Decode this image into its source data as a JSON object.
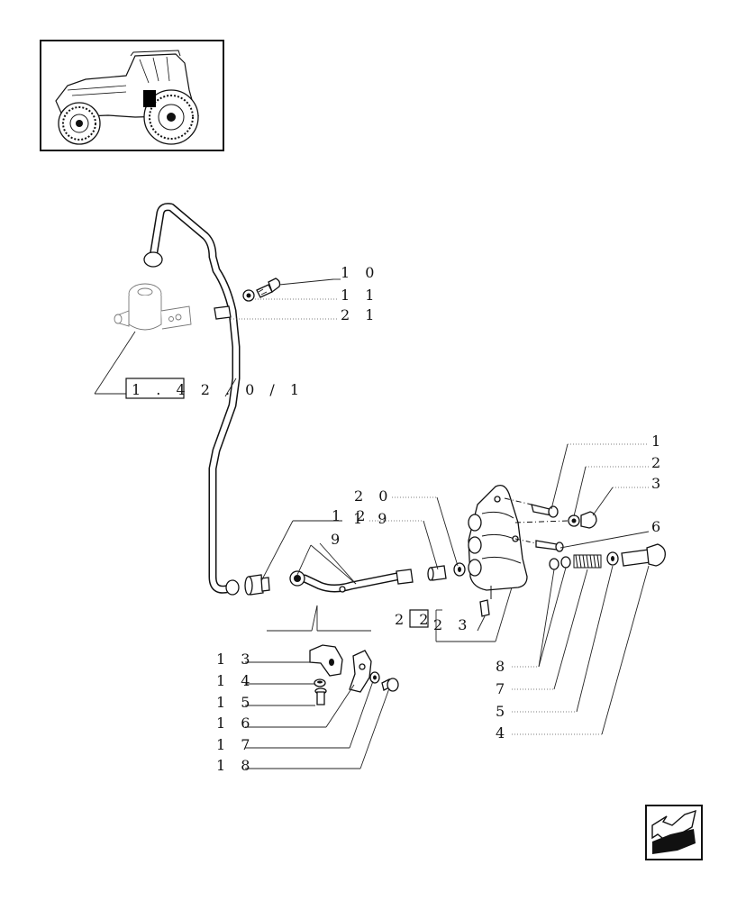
{
  "callouts": [
    {
      "id": "c10",
      "text": "1 0"
    },
    {
      "id": "c11",
      "text": "1 1"
    },
    {
      "id": "c21",
      "text": "2 1"
    },
    {
      "id": "c1",
      "text": "1"
    },
    {
      "id": "c2",
      "text": "2"
    },
    {
      "id": "c3",
      "text": "3"
    },
    {
      "id": "c6",
      "text": "6"
    },
    {
      "id": "c20",
      "text": "2 0"
    },
    {
      "id": "c12",
      "text": "1 2"
    },
    {
      "id": "c19",
      "text": "1 9"
    },
    {
      "id": "c9",
      "text": "9"
    },
    {
      "id": "c22",
      "text": "2 2"
    },
    {
      "id": "c23",
      "text": "2 3"
    },
    {
      "id": "c8",
      "text": "8"
    },
    {
      "id": "c7",
      "text": "7"
    },
    {
      "id": "c5",
      "text": "5"
    },
    {
      "id": "c4",
      "text": "4"
    },
    {
      "id": "c13",
      "text": "1 3"
    },
    {
      "id": "c14",
      "text": "1 4"
    },
    {
      "id": "c15",
      "text": "1 5"
    },
    {
      "id": "c16",
      "text": "1 6"
    },
    {
      "id": "c17",
      "text": "1 7"
    },
    {
      "id": "c18",
      "text": "1 8"
    }
  ],
  "reference_box": {
    "text": "1 . 4 2 . 0 / 1"
  },
  "nav": {
    "icon": "back-arrow-icon"
  }
}
